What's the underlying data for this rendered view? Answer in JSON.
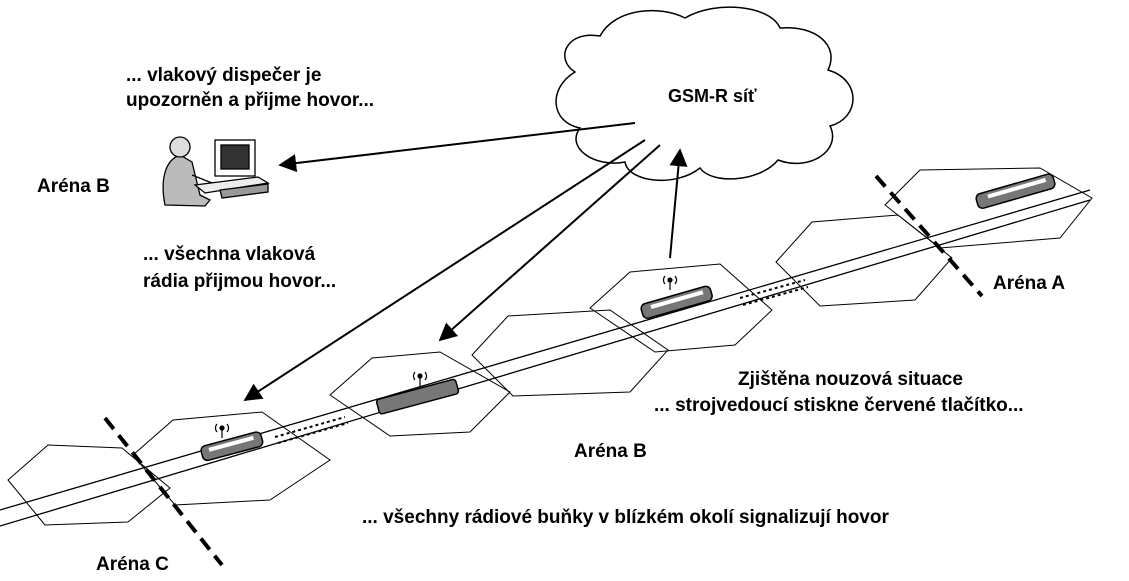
{
  "cloud_label": "GSM-R síť",
  "dispatcher_text": [
    "... vlakový dispečer je",
    "upozorněn a přijme hovor..."
  ],
  "radios_text": [
    "... všechna vlaková",
    "rádia přijmou hovor..."
  ],
  "emergency_text": [
    "Zjištěna nouzová situace",
    "... strojvedoucí stiskne červené tlačítko..."
  ],
  "cells_text": "... všechny rádiové buňky v blízkém okolí signalizují hovor",
  "arena_labels": {
    "dispatcher": "Aréna B",
    "right": "Aréna A",
    "middle": "Aréna B",
    "left": "Aréna C"
  },
  "icons": [
    "cloud-icon",
    "dispatcher-icon",
    "train-icon",
    "antenna-icon",
    "hexagon-cell-icon"
  ],
  "colors": {
    "ink": "#000000",
    "background": "#ffffff",
    "train_fill": "#777777"
  }
}
